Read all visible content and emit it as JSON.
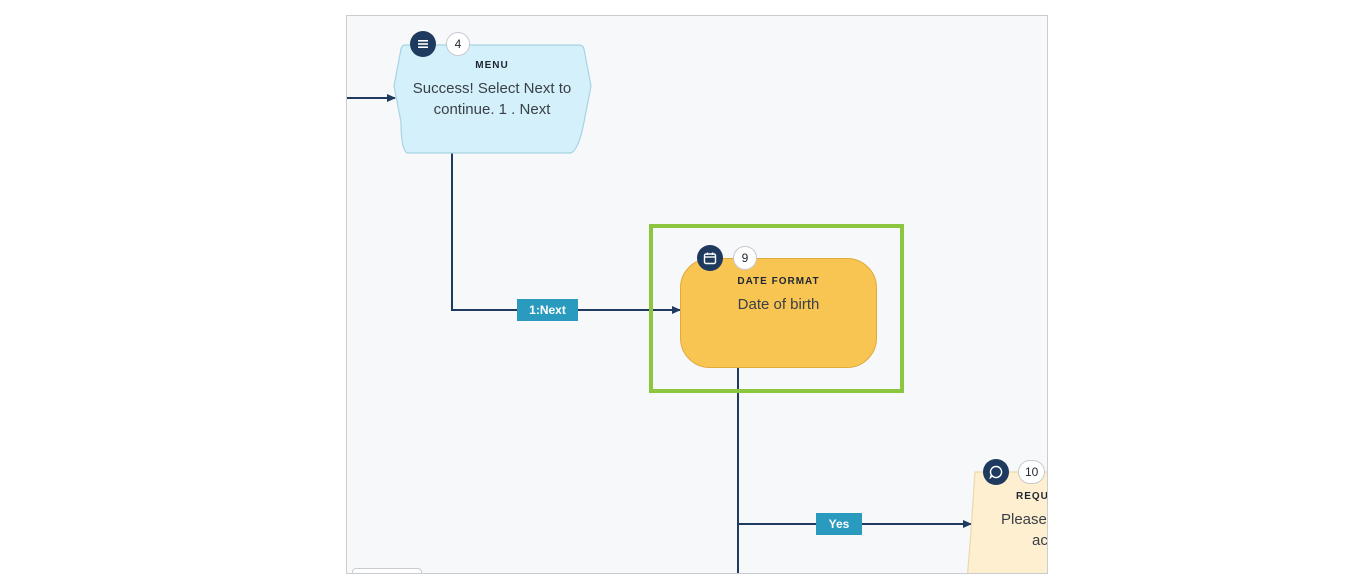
{
  "nodes": {
    "menu": {
      "number": "4",
      "type": "MENU",
      "line1": "Success! Select Next to",
      "line2": "continue. 1 . Next",
      "icon": "menu-icon",
      "fill": "#d4f0fa",
      "stroke": "#a8d3e4"
    },
    "date_format": {
      "number": "9",
      "type": "DATE FORMAT",
      "line1": "Date of birth",
      "icon": "calendar-icon",
      "fill": "#f8c553",
      "stroke": "#e0a93a"
    },
    "request": {
      "number": "10",
      "type": "REQU",
      "line1": "Please",
      "line2": "ac",
      "icon": "chat-bubble-icon",
      "fill": "#fdefcf",
      "stroke": "#ecd9ab"
    }
  },
  "edges": {
    "menu_to_date": {
      "label": "1:Next"
    },
    "date_to_request": {
      "label": "Yes"
    }
  },
  "colors": {
    "wire": "#1f3a5f",
    "edge_label": "#2a9bbf",
    "highlight": "#8cc63f",
    "icon_circle": "#1f3a5f"
  }
}
